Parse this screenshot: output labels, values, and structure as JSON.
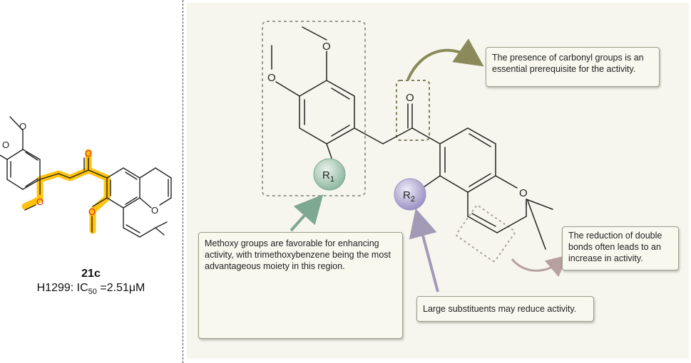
{
  "compound": {
    "name": "21c",
    "activity_prefix": "H1299: IC",
    "activity_subscript": "50",
    "activity_suffix": " =2.51μM"
  },
  "atoms": {
    "oxygen": "O",
    "r1_letter": "R",
    "r1_index": "1",
    "r2_letter": "R",
    "r2_index": "2"
  },
  "notes": {
    "carbonyl": "The presence of carbonyl groups is an essential prerequisite for the activity.",
    "double_bond": "The reduction of double bonds often leads to an increase in activity.",
    "substituent": "Large substituents may reduce activity.",
    "methoxy": "Methoxy groups are favorable for enhancing activity, with trimethoxybenzene being the most advantageous moiety in this region."
  },
  "ranking": {
    "comparator": ">"
  },
  "colors": {
    "highlight": "#ffc000",
    "oxygen_red": "#e02020",
    "r1_circle": "#a9c9b5",
    "r2_circle": "#b3acd0",
    "methoxy_arrow": "#7fa890",
    "carbonyl_arrow": "#8a8a5a",
    "double_bond_arrow": "#b8a0a0",
    "substituent_arrow": "#a39ab8",
    "comparator_blue": "#2020c0"
  }
}
